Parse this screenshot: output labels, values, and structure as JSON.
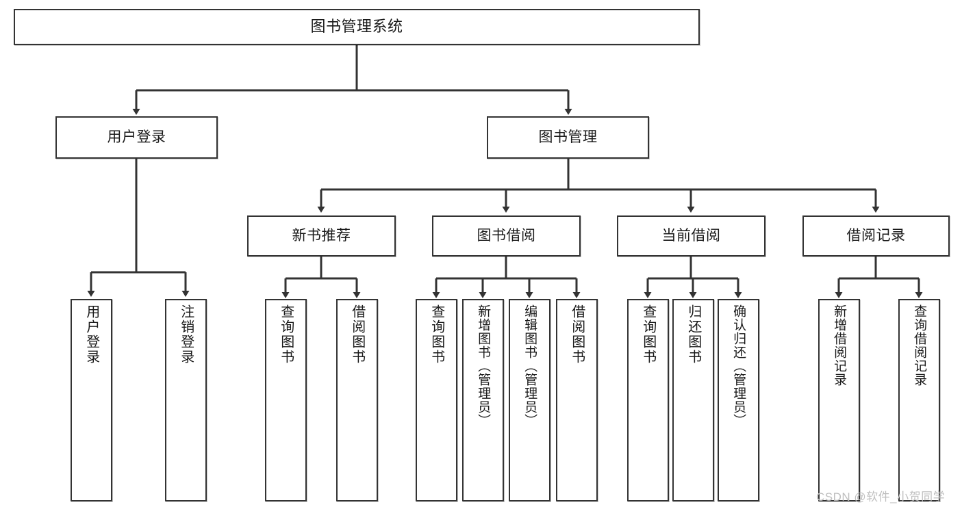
{
  "diagram": {
    "title": "图书管理系统",
    "type": "tree-hierarchy",
    "root": {
      "label": "图书管理系统"
    },
    "level2": [
      {
        "label": "用户登录"
      },
      {
        "label": "图书管理"
      }
    ],
    "level3": [
      {
        "label": "新书推荐"
      },
      {
        "label": "图书借阅"
      },
      {
        "label": "当前借阅"
      },
      {
        "label": "借阅记录"
      }
    ],
    "leaves": {
      "user_login": [
        {
          "label": "用户登录"
        },
        {
          "label": "注销登录"
        }
      ],
      "new_book_recommend": [
        {
          "label": "查询图书"
        },
        {
          "label": "借阅图书"
        }
      ],
      "book_borrow": [
        {
          "label": "查询图书"
        },
        {
          "label": "新增图书（管理员）"
        },
        {
          "label": "编辑图书（管理员）"
        },
        {
          "label": "借阅图书"
        }
      ],
      "current_borrow": [
        {
          "label": "查询图书"
        },
        {
          "label": "归还图书"
        },
        {
          "label": "确认归还（管理员）"
        }
      ],
      "borrow_record": [
        {
          "label": "新增借阅记录"
        },
        {
          "label": "查询借阅记录"
        }
      ]
    }
  },
  "watermark": {
    "text": "CSDN @软件_小贺同学"
  },
  "colors": {
    "stroke": "#333333",
    "text": "#1a1a1a",
    "background": "#ffffff",
    "watermark": "#bfbfbf"
  }
}
